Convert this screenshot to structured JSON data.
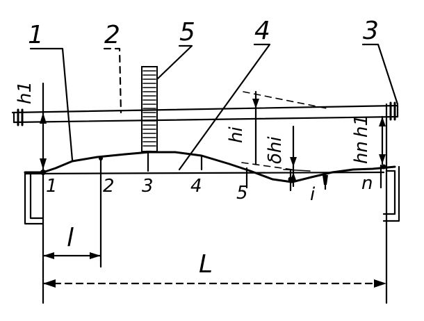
{
  "callouts": {
    "c1": "1",
    "c2": "2",
    "c3": "3",
    "c4": "4",
    "c5": "5"
  },
  "points": {
    "p1": "1",
    "p2": "2",
    "p3": "3",
    "p4": "4",
    "p5": "5",
    "pi": "i",
    "pn": "n"
  },
  "dimensions": {
    "h1_left": "h1",
    "h1_right": "h1",
    "hi": "hi",
    "dhi": "δhi",
    "hn": "hn",
    "l_small": "l",
    "L_total": "L"
  }
}
